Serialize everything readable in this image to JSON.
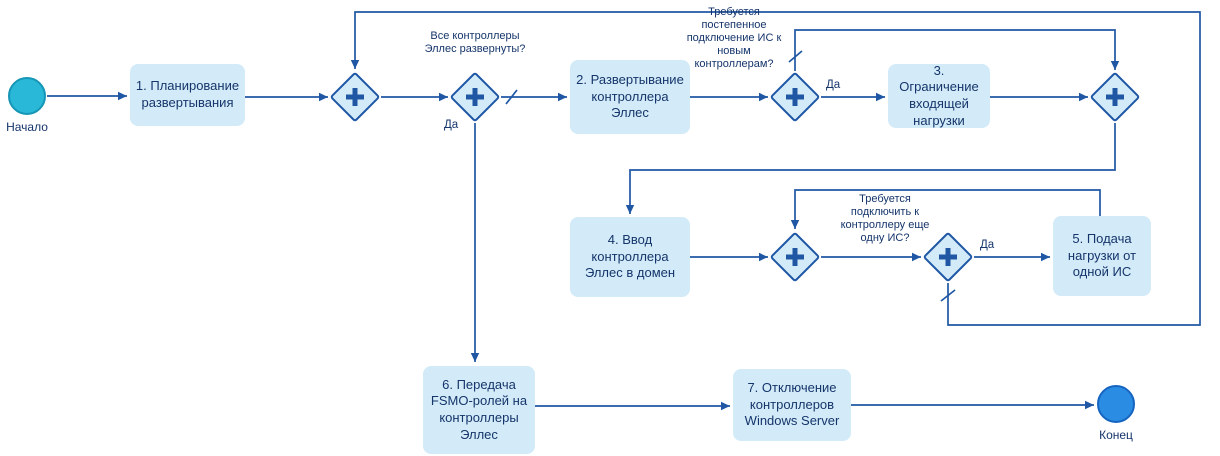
{
  "diagram": {
    "start_event": {
      "label": "Начало"
    },
    "end_event": {
      "label": "Конец"
    },
    "tasks": [
      {
        "label": "1. Планирование развертывания"
      },
      {
        "label": "2. Развертывание контроллера Эллес"
      },
      {
        "label": "3. Ограничение входящей нагрузки"
      },
      {
        "label": "4. Ввод контроллера Эллес в домен"
      },
      {
        "label": "5. Подача нагрузки от одной ИС"
      },
      {
        "label": "6. Передача FSMO-ролей на контроллеры Эллес"
      },
      {
        "label": "7. Отключение контроллеров Windows Server"
      }
    ],
    "questions": [
      {
        "text": "Все контроллеры Эллес развернуты?"
      },
      {
        "text": "Требуется постепенное подключение ИС к новым контроллерам?"
      },
      {
        "text": "Требуется подключить к контроллеру еще одну ИС?"
      }
    ],
    "edge_labels": [
      {
        "text": "Да"
      },
      {
        "text": "Да"
      },
      {
        "text": "Да"
      }
    ],
    "icons": {
      "gateway_plus": "+"
    },
    "colors": {
      "node_fill": "#d3ebf8",
      "node_text": "#15356b",
      "edge": "#1f57a4",
      "start_fill": "#29b8d8",
      "end_fill": "#2b8ce4",
      "background": "#ffffff"
    }
  }
}
